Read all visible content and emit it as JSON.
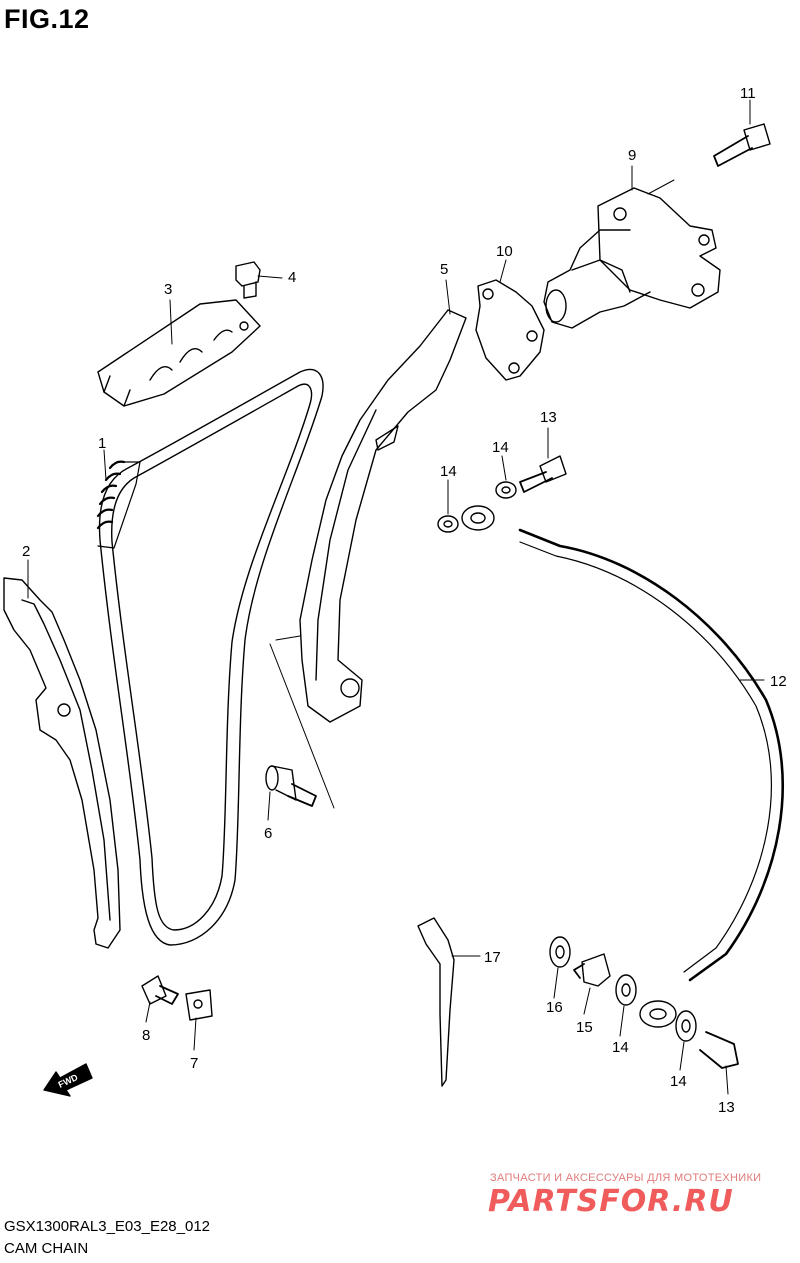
{
  "figure": {
    "title": "FIG.12",
    "model_code": "GSX1300RAL3_E03_E28_012",
    "section_name": "CAM CHAIN"
  },
  "callouts": [
    "1",
    "2",
    "3",
    "4",
    "5",
    "6",
    "7",
    "8",
    "9",
    "10",
    "11",
    "12",
    "13",
    "14",
    "15",
    "16",
    "17"
  ],
  "labels": {
    "c1": "1",
    "c2": "2",
    "c3": "3",
    "c4": "4",
    "c5": "5",
    "c6": "6",
    "c7": "7",
    "c8": "8",
    "c9": "9",
    "c10": "10",
    "c11": "11",
    "c12": "12",
    "c13a": "13",
    "c13b": "13",
    "c14a": "14",
    "c14b": "14",
    "c14c": "14",
    "c14d": "14",
    "c15": "15",
    "c16": "16",
    "c17": "17"
  },
  "fwd_arrow": "FWD",
  "watermark": {
    "tagline": "ЗАПЧАСТИ И АКСЕССУАРЫ ДЛЯ МОТОТЕХНИКИ",
    "logo": "PARTSFOR.RU",
    "color": "#ee4040"
  }
}
